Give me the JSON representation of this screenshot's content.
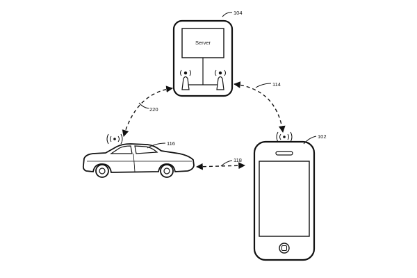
{
  "server": {
    "ref": "104",
    "label": "Server"
  },
  "phone": {
    "ref": "102"
  },
  "car": {
    "ref": "116"
  },
  "links": {
    "server_phone": "114",
    "server_car": "220",
    "car_phone": "118"
  }
}
